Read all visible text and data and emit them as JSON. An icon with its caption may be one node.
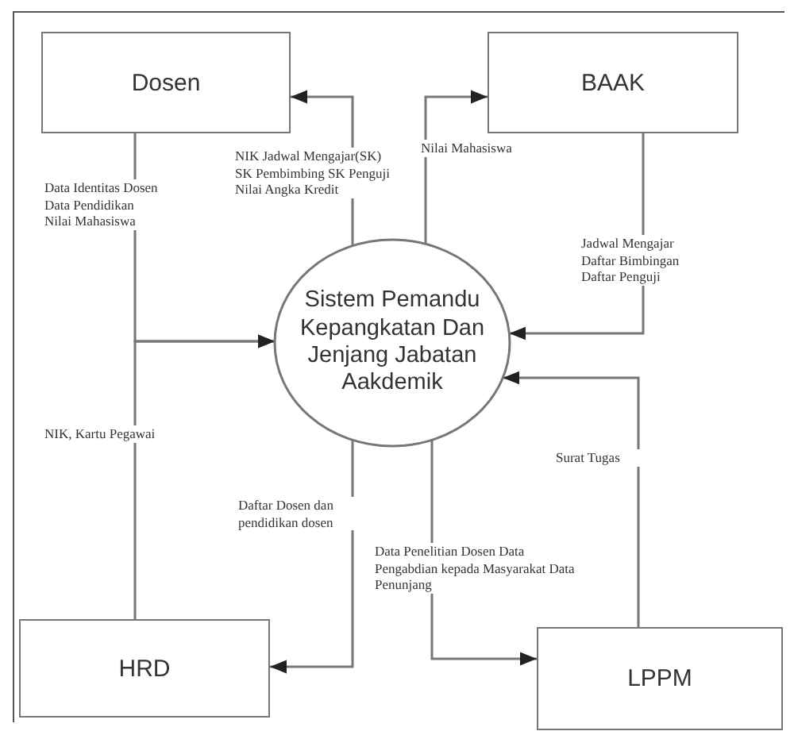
{
  "diagram": {
    "nodes": [
      {
        "text": [
          "Dosen"
        ]
      },
      {
        "text": [
          "BAAK"
        ]
      },
      {
        "text": [
          "Sistem Pemandu Kepangkatan Dan Jenjang Jabatan Aakdemik"
        ]
      },
      {
        "text": [
          "HRD"
        ]
      },
      {
        "text": [
          "LPPM"
        ]
      }
    ],
    "edges": [
      {
        "from": 0,
        "to": 2,
        "arrow": "to",
        "label": "Data Identitas Dosen Data Pendidikan Nilai Mahasiswa"
      },
      {
        "from": 2,
        "to": 0,
        "arrow": "to",
        "label": "NIK Jadwal Mengajar(SK) SK Pembimbing SK Penguji Nilai Angka Kredit"
      },
      {
        "from": 2,
        "to": 1,
        "arrow": "to",
        "label": "Nilai Mahasiswa"
      },
      {
        "from": 1,
        "to": 2,
        "arrow": "to",
        "label": "Jadwal Mengajar Daftar Bimbingan Daftar Penguji"
      },
      {
        "from": 3,
        "to": 2,
        "arrow": "to",
        "label": "NIK, Kartu Pegawai"
      },
      {
        "from": 2,
        "to": 3,
        "arrow": "to",
        "label": "Daftar Dosen dan pendidikan dosen"
      },
      {
        "from": 2,
        "to": 4,
        "arrow": "to",
        "label": "Data Penelitian Dosen Data Pengabdian kepada Masyarakat Data Penunjang"
      },
      {
        "from": 4,
        "to": 2,
        "arrow": "to",
        "label": "Surat Tugas"
      }
    ]
  }
}
